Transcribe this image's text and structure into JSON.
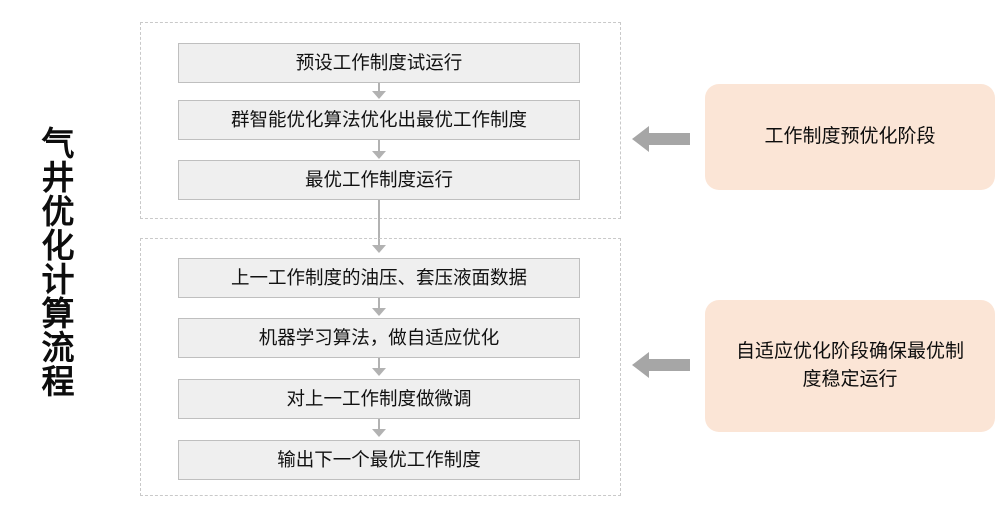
{
  "page": {
    "title": "气井优化计算流程",
    "background_color": "#ffffff"
  },
  "colors": {
    "step_fill": "#efefef",
    "step_border": "#bfbfbf",
    "group_border": "#c9c9c9",
    "connector": "#b2b2b2",
    "callout_fill": "#fbe5d6",
    "block_arrow": "#a6a6a6",
    "text": "#0d0d0d"
  },
  "groups": [
    {
      "id": "preopt",
      "steps": [
        {
          "label": "预设工作制度试运行"
        },
        {
          "label": "群智能优化算法优化出最优工作制度"
        },
        {
          "label": "最优工作制度运行"
        }
      ],
      "callout": "工作制度预优化阶段",
      "arrow_icon": "left-block-arrow-icon"
    },
    {
      "id": "adaptive",
      "steps": [
        {
          "label": "上一工作制度的油压、套压液面数据"
        },
        {
          "label": "机器学习算法，做自适应优化"
        },
        {
          "label": "对上一工作制度做微调"
        },
        {
          "label": "输出下一个最优工作制度"
        }
      ],
      "callout": "自适应优化阶段确保最优制度稳定运行",
      "arrow_icon": "left-block-arrow-icon"
    }
  ],
  "connectors": [
    {
      "from": "预设工作制度试运行",
      "to": "群智能优化算法优化出最优工作制度"
    },
    {
      "from": "群智能优化算法优化出最优工作制度",
      "to": "最优工作制度运行"
    },
    {
      "from": "最优工作制度运行",
      "to": "上一工作制度的油压、套压液面数据"
    },
    {
      "from": "上一工作制度的油压、套压液面数据",
      "to": "机器学习算法，做自适应优化"
    },
    {
      "from": "机器学习算法，做自适应优化",
      "to": "对上一工作制度做微调"
    },
    {
      "from": "对上一工作制度做微调",
      "to": "输出下一个最优工作制度"
    }
  ]
}
